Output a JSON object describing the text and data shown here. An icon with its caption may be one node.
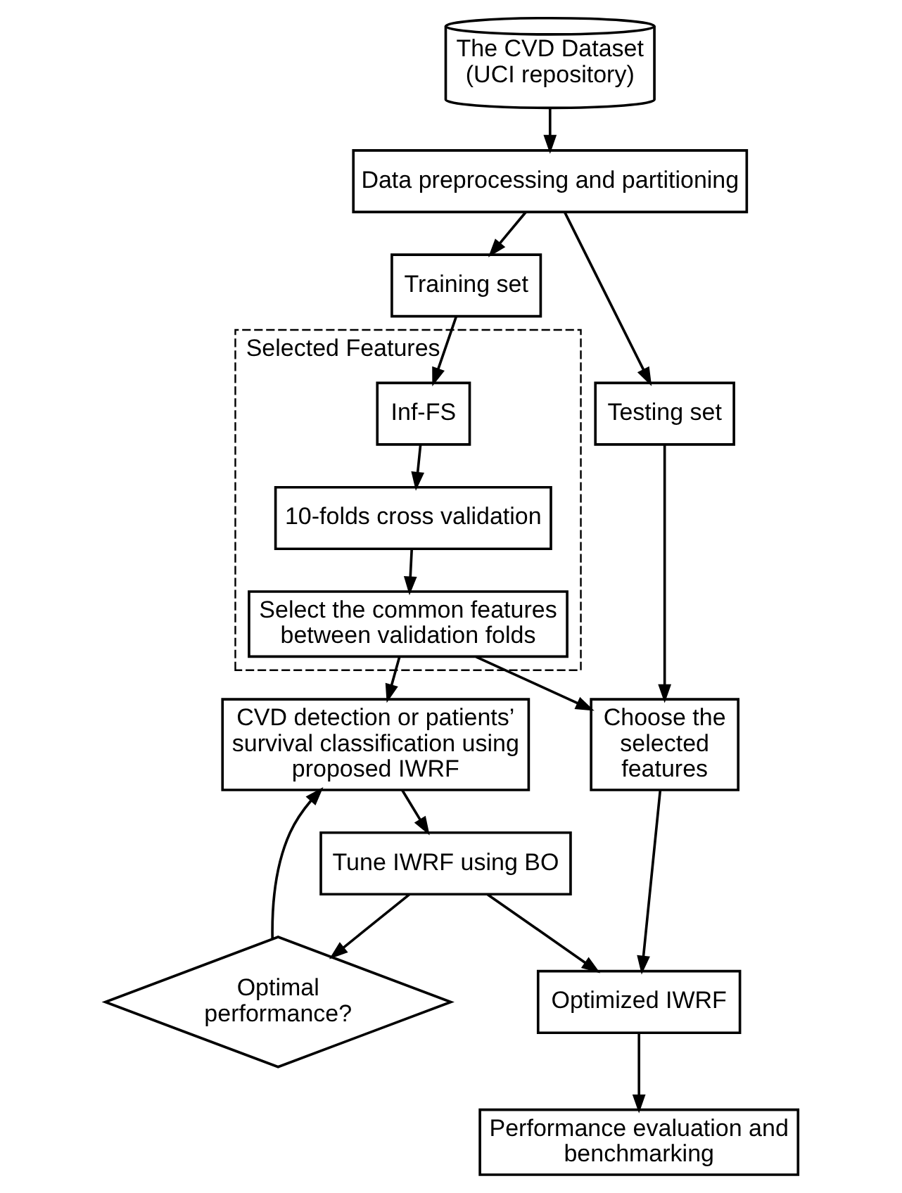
{
  "diagram": {
    "nodes": [
      {
        "text": [
          "The CVD Dataset (UCI repository)"
        ]
      },
      {
        "text": [
          "Data preprocessing and partitioning"
        ]
      },
      {
        "text": [
          "Training set"
        ]
      },
      {
        "text": [
          "Testing set"
        ]
      },
      {
        "text": [
          "Selected Features"
        ]
      },
      {
        "text": [
          "Inf-FS"
        ],
        "in": 4
      },
      {
        "text": [
          "10-folds cross validation"
        ],
        "in": 4
      },
      {
        "text": [
          "Select the common features between validation folds"
        ],
        "in": 4
      },
      {
        "text": [
          "Choose the selected features"
        ]
      },
      {
        "text": [
          "CVD detection or patients’ survival classification using proposed IWRF"
        ]
      },
      {
        "text": [
          "Tune IWRF using BO"
        ]
      },
      {
        "text": [
          "Optimal performance?"
        ]
      },
      {
        "text": [
          "Optimized IWRF"
        ]
      },
      {
        "text": [
          "Performance evaluation and benchmarking"
        ]
      }
    ],
    "edges": [
      {
        "from": 0,
        "to": 1,
        "arrow": "to"
      },
      {
        "from": 1,
        "to": 2,
        "arrow": "to"
      },
      {
        "from": 1,
        "to": 3,
        "arrow": "to"
      },
      {
        "from": 2,
        "to": 5,
        "arrow": "to"
      },
      {
        "from": 5,
        "to": 6,
        "arrow": "to"
      },
      {
        "from": 6,
        "to": 7,
        "arrow": "to"
      },
      {
        "from": 7,
        "to": 8,
        "arrow": "to"
      },
      {
        "from": 7,
        "to": 9,
        "arrow": "to"
      },
      {
        "from": 3,
        "to": 8,
        "arrow": "to"
      },
      {
        "from": 9,
        "to": 10,
        "arrow": "to"
      },
      {
        "from": 10,
        "to": 11,
        "arrow": "to"
      },
      {
        "from": 11,
        "to": 9,
        "arrow": "to"
      },
      {
        "from": 10,
        "to": 12,
        "arrow": "to"
      },
      {
        "from": 8,
        "to": 12,
        "arrow": "to"
      },
      {
        "from": 12,
        "to": 13,
        "arrow": "to"
      }
    ]
  }
}
